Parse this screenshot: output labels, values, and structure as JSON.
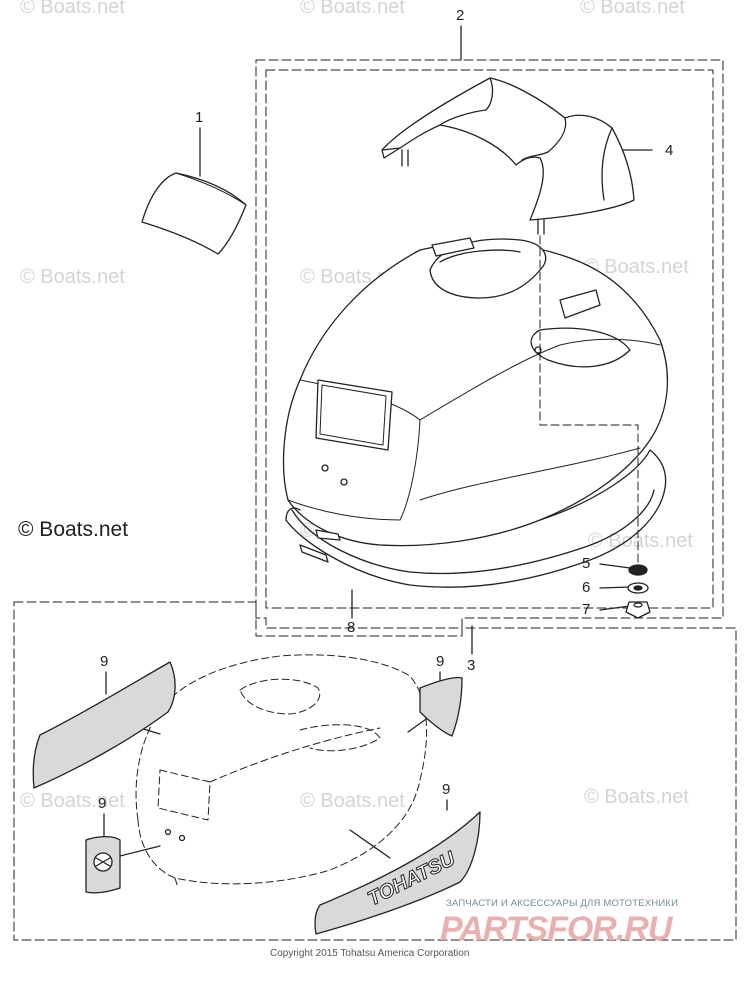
{
  "watermark_text": "© Boats.net",
  "callouts": {
    "c1": "1",
    "c2": "2",
    "c3": "3",
    "c4": "4",
    "c5": "5",
    "c6": "6",
    "c7": "7",
    "c8": "8",
    "c9a": "9",
    "c9b": "9",
    "c9c": "9",
    "c9d": "9"
  },
  "decal_brand": "TOHATSU",
  "copyright": "Copyright 2015 Tohatsu America Corporation",
  "shop": {
    "caption": "ЗАПЧАСТИ И АКСЕССУАРЫ ДЛЯ МОТОТЕХНИКИ",
    "logo": "PARTSFOR.RU"
  },
  "colors": {
    "line": "#222222",
    "decal_fill": "#d9d9d9",
    "watermark": "#d4d4d4",
    "shop_logo": "#e9b0b0",
    "shop_caption": "#6f8d99"
  }
}
